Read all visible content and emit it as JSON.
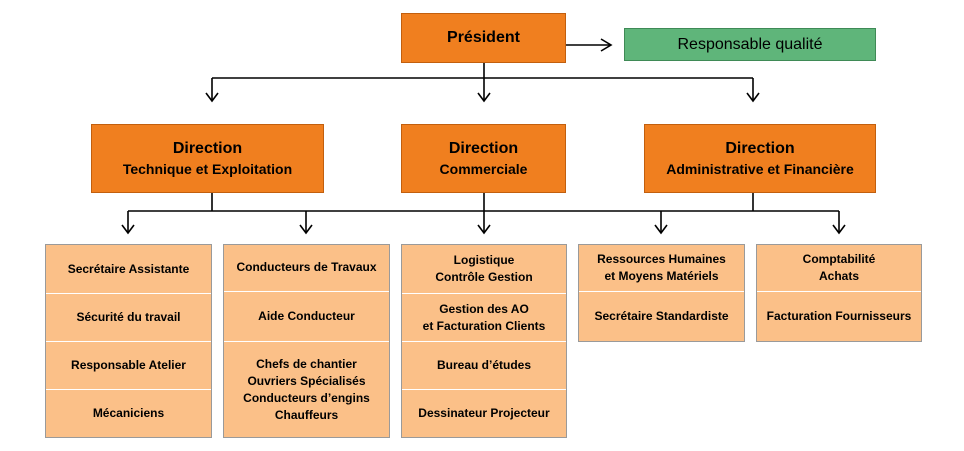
{
  "president": "Président",
  "quality": "Responsable qualité",
  "directions": [
    {
      "line1": "Direction",
      "line2": "Technique et Exploitation"
    },
    {
      "line1": "Direction",
      "line2": "Commerciale"
    },
    {
      "line1": "Direction",
      "line2": "Administrative et Financière"
    }
  ],
  "departments": [
    {
      "items": [
        {
          "lines": [
            "Secrétaire Assistante"
          ]
        },
        {
          "lines": [
            "Sécurité du travail"
          ]
        },
        {
          "lines": [
            "Responsable Atelier"
          ]
        },
        {
          "lines": [
            "Mécaniciens"
          ]
        }
      ]
    },
    {
      "items": [
        {
          "lines": [
            "Conducteurs de Travaux"
          ]
        },
        {
          "lines": [
            "Aide Conducteur"
          ]
        },
        {
          "lines": [
            "Chefs de chantier",
            "Ouvriers Spécialisés",
            "Conducteurs d’engins",
            "Chauffeurs"
          ]
        }
      ]
    },
    {
      "items": [
        {
          "lines": [
            "Logistique",
            "Contrôle Gestion"
          ]
        },
        {
          "lines": [
            "Gestion des AO",
            "et Facturation Clients"
          ]
        },
        {
          "lines": [
            "Bureau d’études"
          ]
        },
        {
          "lines": [
            "Dessinateur Projecteur"
          ]
        }
      ]
    },
    {
      "items": [
        {
          "lines": [
            "Ressources Humaines",
            "et Moyens Matériels"
          ]
        },
        {
          "lines": [
            "Secrétaire Standardiste"
          ]
        }
      ]
    },
    {
      "items": [
        {
          "lines": [
            "Comptabilité",
            "Achats"
          ]
        },
        {
          "lines": [
            "Facturation Fournisseurs"
          ]
        }
      ]
    }
  ]
}
